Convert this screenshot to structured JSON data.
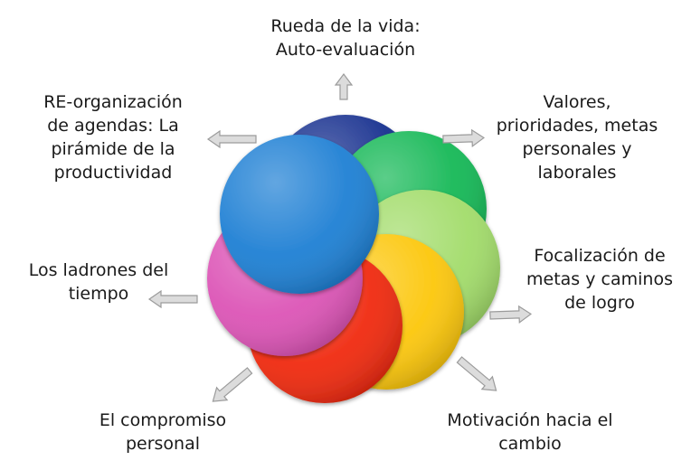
{
  "diagram": {
    "top": [
      "Rueda de la vida:",
      "Auto-evaluación"
    ],
    "top_right": [
      "Valores,",
      "prioridades, metas",
      "personales y",
      "laborales"
    ],
    "right": [
      "Focalización de",
      "metas y caminos",
      "de logro"
    ],
    "bottom_right": [
      "Motivación hacia el",
      "cambio"
    ],
    "bottom_left": [
      "El compromiso",
      "personal"
    ],
    "left": [
      "Los ladrones del",
      "tiempo"
    ],
    "top_left": [
      "RE-organización",
      "de agendas: La",
      "pirámide de la",
      "productividad"
    ]
  },
  "colors": {
    "dark_blue": "#17308f",
    "green": "#15b856",
    "light_green": "#a2dc6a",
    "yellow": "#fcc70c",
    "red": "#f02a10",
    "magenta": "#dc54b6",
    "blue": "#1f80d4",
    "arrow_fill": "#dcdcdc",
    "arrow_stroke": "#9b9b9b"
  }
}
